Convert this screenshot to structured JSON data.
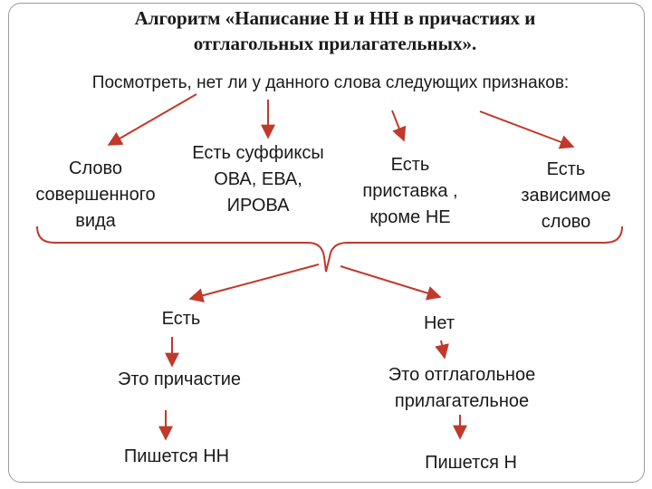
{
  "title": {
    "line1": "Алгоритм «Написание Н и НН в причастиях и",
    "line2": "отглагольных прилагательных»."
  },
  "subtitle": "Посмотреть, нет ли у данного слова следующих признаков:",
  "criteria": [
    {
      "lines": [
        "Слово",
        "совершенного",
        "вида"
      ]
    },
    {
      "lines": [
        "Есть суффиксы",
        "ОВА, ЕВА,",
        "ИРОВА"
      ]
    },
    {
      "lines": [
        "Есть",
        "приставка ,",
        "кроме НЕ"
      ]
    },
    {
      "lines": [
        "Есть",
        "зависимое",
        "слово"
      ]
    }
  ],
  "branches": {
    "yes": {
      "answer": "Есть",
      "result": "Это причастие",
      "rule": "Пишется НН"
    },
    "no": {
      "answer": "Нет",
      "result_lines": [
        "Это отглагольное",
        "прилагательное"
      ],
      "rule": "Пишется Н"
    }
  },
  "colors": {
    "arrow": "#c0392b",
    "brace": "#c0392b",
    "text": "#1a1a1a",
    "frame": "#9a9a9a"
  }
}
